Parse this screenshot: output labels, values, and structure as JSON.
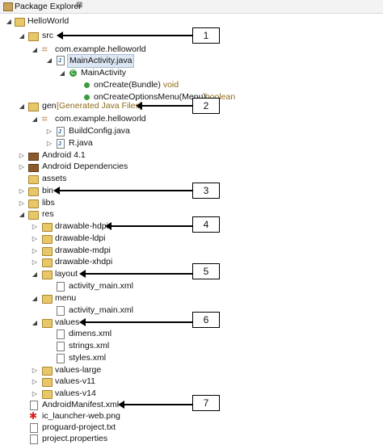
{
  "header": {
    "title": "Package Explorer",
    "close": "⊠"
  },
  "tree": {
    "project": "HelloWorld",
    "src": "src",
    "src_pkg": "com.example.helloworld",
    "main_file": "MainActivity.java",
    "main_class": "MainActivity",
    "m1_name": "onCreate(Bundle)",
    "m1_type": ": void",
    "m2_name": "onCreateOptionsMenu(Menu)",
    "m2_type": ": boolean",
    "gen": "gen",
    "gen_note": "[Generated Java Files]",
    "gen_pkg": "com.example.helloworld",
    "buildconfig": "BuildConfig.java",
    "rjava": "R.java",
    "android": "Android 4.1",
    "deps": "Android Dependencies",
    "assets": "assets",
    "bin": "bin",
    "libs": "libs",
    "res": "res",
    "dhdpi": "drawable-hdpi",
    "dldpi": "drawable-ldpi",
    "dmdpi": "drawable-mdpi",
    "dxhdpi": "drawable-xhdpi",
    "layout": "layout",
    "layout_file": "activity_main.xml",
    "menu": "menu",
    "menu_file": "activity_main.xml",
    "values": "values",
    "dimens": "dimens.xml",
    "strings": "strings.xml",
    "styles": "styles.xml",
    "vlarge": "values-large",
    "v11": "values-v11",
    "v14": "values-v14",
    "manifest": "AndroidManifest.xml",
    "launcher": "ic_launcher-web.png",
    "proguard": "proguard-project.txt",
    "props": "project.properties"
  },
  "callouts": [
    "1",
    "2",
    "3",
    "4",
    "5",
    "6",
    "7"
  ]
}
